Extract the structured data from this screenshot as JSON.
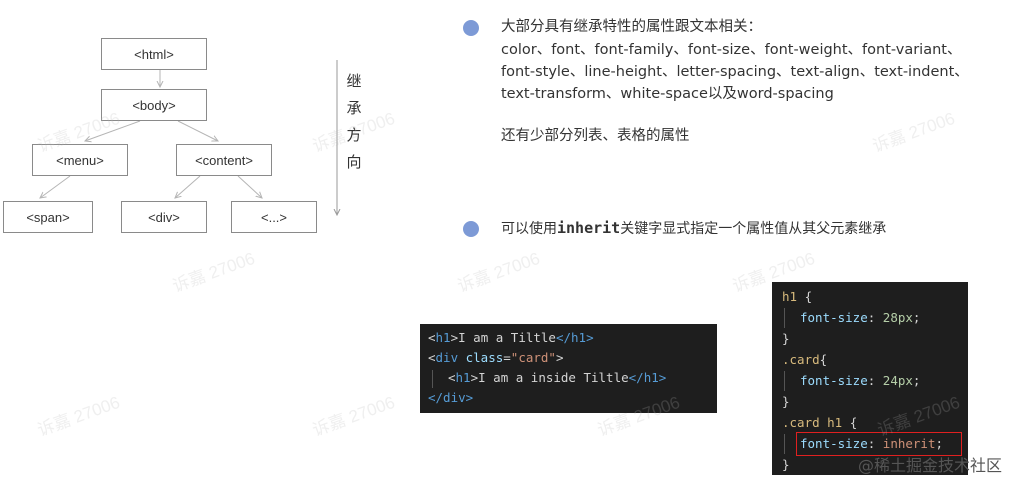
{
  "tree": {
    "nodes": [
      {
        "id": "html",
        "label": "<html>"
      },
      {
        "id": "body",
        "label": "<body>"
      },
      {
        "id": "menu",
        "label": "<menu>"
      },
      {
        "id": "content",
        "label": "<content>"
      },
      {
        "id": "span",
        "label": "<span>"
      },
      {
        "id": "div",
        "label": "<div>"
      },
      {
        "id": "more",
        "label": "<...>"
      }
    ],
    "edges": [
      [
        "html",
        "body"
      ],
      [
        "body",
        "menu"
      ],
      [
        "body",
        "content"
      ],
      [
        "menu",
        "span"
      ],
      [
        "content",
        "div"
      ],
      [
        "content",
        "more"
      ]
    ],
    "direction_label": "继承方向"
  },
  "bullet1": {
    "heading": "大部分具有继承特性的属性跟文本相关：",
    "body": "color、font、font-family、font-size、font-weight、font-variant、font-style、line-height、letter-spacing、text-align、text-indent、text-transform、white-space以及word-spacing",
    "note": "还有少部分列表、表格的属性"
  },
  "bullet2": {
    "prefix": "可以使用",
    "keyword": "inherit",
    "suffix": "关键字显式指定一个属性值从其父元素继承"
  },
  "code_html": {
    "l1": {
      "lt": "<",
      "tag": "h1",
      "gt": ">",
      "text": "I am a Tiltle",
      "close": "</h1>"
    },
    "l2": {
      "lt": "<",
      "tag": "div",
      "attr": " class",
      "eq": "=",
      "str": "\"card\"",
      "gt": ">"
    },
    "l3": {
      "lt": "<",
      "tag": "h1",
      "gt": ">",
      "text": "I am a inside Tiltle",
      "close": "</h1>"
    },
    "l4": {
      "close": "</div>"
    }
  },
  "code_css": {
    "l1": {
      "sel": "h1",
      "brace": " {"
    },
    "l2": {
      "prop": "font-size",
      "colon": ": ",
      "val": "28px",
      "semi": ";"
    },
    "l3": {
      "brace": "}"
    },
    "l4": {
      "sel": ".card",
      "brace": "{"
    },
    "l5": {
      "prop": "font-size",
      "colon": ": ",
      "val": "24px",
      "semi": ";"
    },
    "l6": {
      "brace": "}"
    },
    "l7": {
      "sel": ".card h1",
      "brace": " {"
    },
    "l8": {
      "prop": "font-size",
      "colon": ": ",
      "val": "inherit",
      "semi": ";"
    },
    "l9": {
      "brace": "}"
    }
  },
  "watermark": "诉嘉 27006",
  "credit": "@稀土掘金技术社区",
  "colors": {
    "bullet": "#7d9ad6",
    "code_bg": "#1e1e1e",
    "highlight": "#e02020"
  }
}
